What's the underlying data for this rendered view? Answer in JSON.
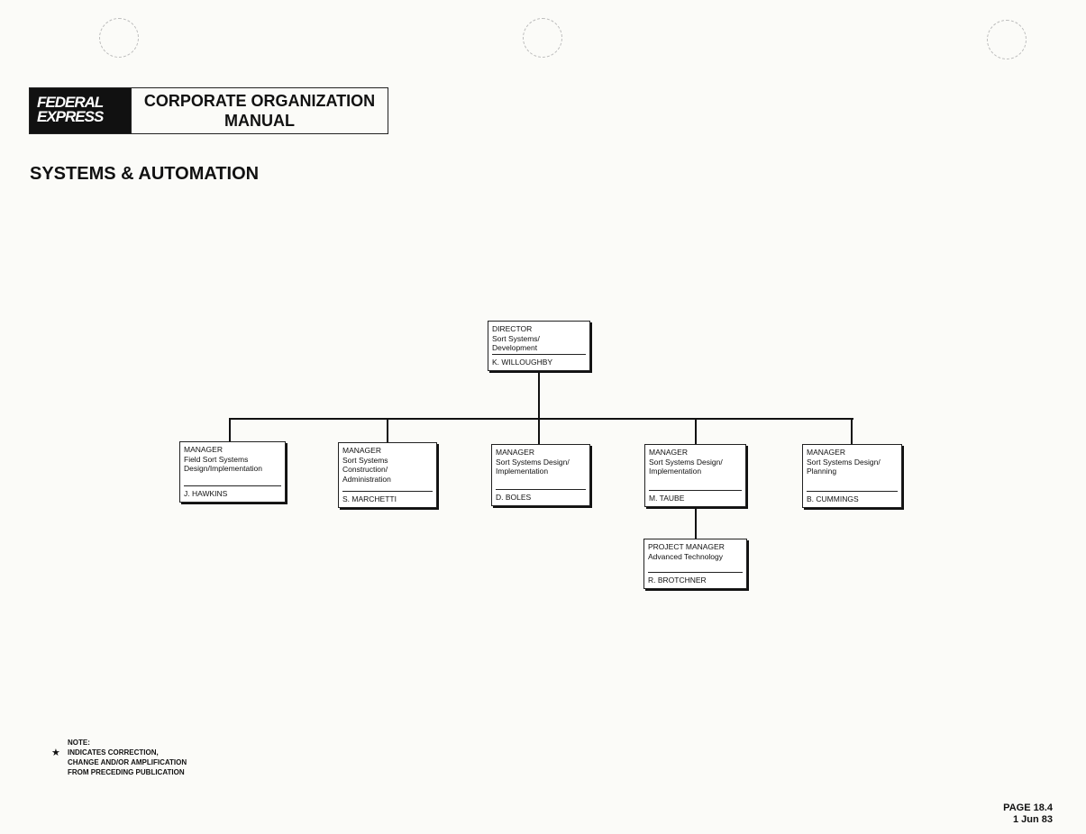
{
  "header": {
    "logo": "FEDERAL EXPRESS",
    "title_line1": "CORPORATE ORGANIZATION",
    "title_line2": "MANUAL"
  },
  "section_title": "SYSTEMS & AUTOMATION",
  "org": {
    "director": {
      "title": "DIRECTOR",
      "dept1": "Sort Systems/",
      "dept2": "Development",
      "name": "K. WILLOUGHBY"
    },
    "managers": [
      {
        "title": "MANAGER",
        "dept1": "Field Sort Systems",
        "dept2": "Design/Implementation",
        "name": "J. HAWKINS"
      },
      {
        "title": "MANAGER",
        "dept1": "Sort Systems",
        "dept2": "Construction/",
        "dept3": "Administration",
        "name": "S. MARCHETTI"
      },
      {
        "title": "MANAGER",
        "dept1": "Sort Systems Design/",
        "dept2": "Implementation",
        "name": "D. BOLES"
      },
      {
        "title": "MANAGER",
        "dept1": "Sort Systems Design/",
        "dept2": "Implementation",
        "name": "M. TAUBE"
      },
      {
        "title": "MANAGER",
        "dept1": "Sort Systems Design/",
        "dept2": "Planning",
        "name": "B. CUMMINGS"
      }
    ],
    "project_manager": {
      "title": "PROJECT MANAGER",
      "dept1": "Advanced Technology",
      "name": "R. BROTCHNER"
    }
  },
  "note": {
    "label": "NOTE:",
    "star": "★",
    "line1": "INDICATES CORRECTION,",
    "line2": "CHANGE AND/OR AMPLIFICATION",
    "line3": "FROM PRECEDING PUBLICATION"
  },
  "footer": {
    "page": "PAGE 18.4",
    "date": "1 Jun 83"
  }
}
